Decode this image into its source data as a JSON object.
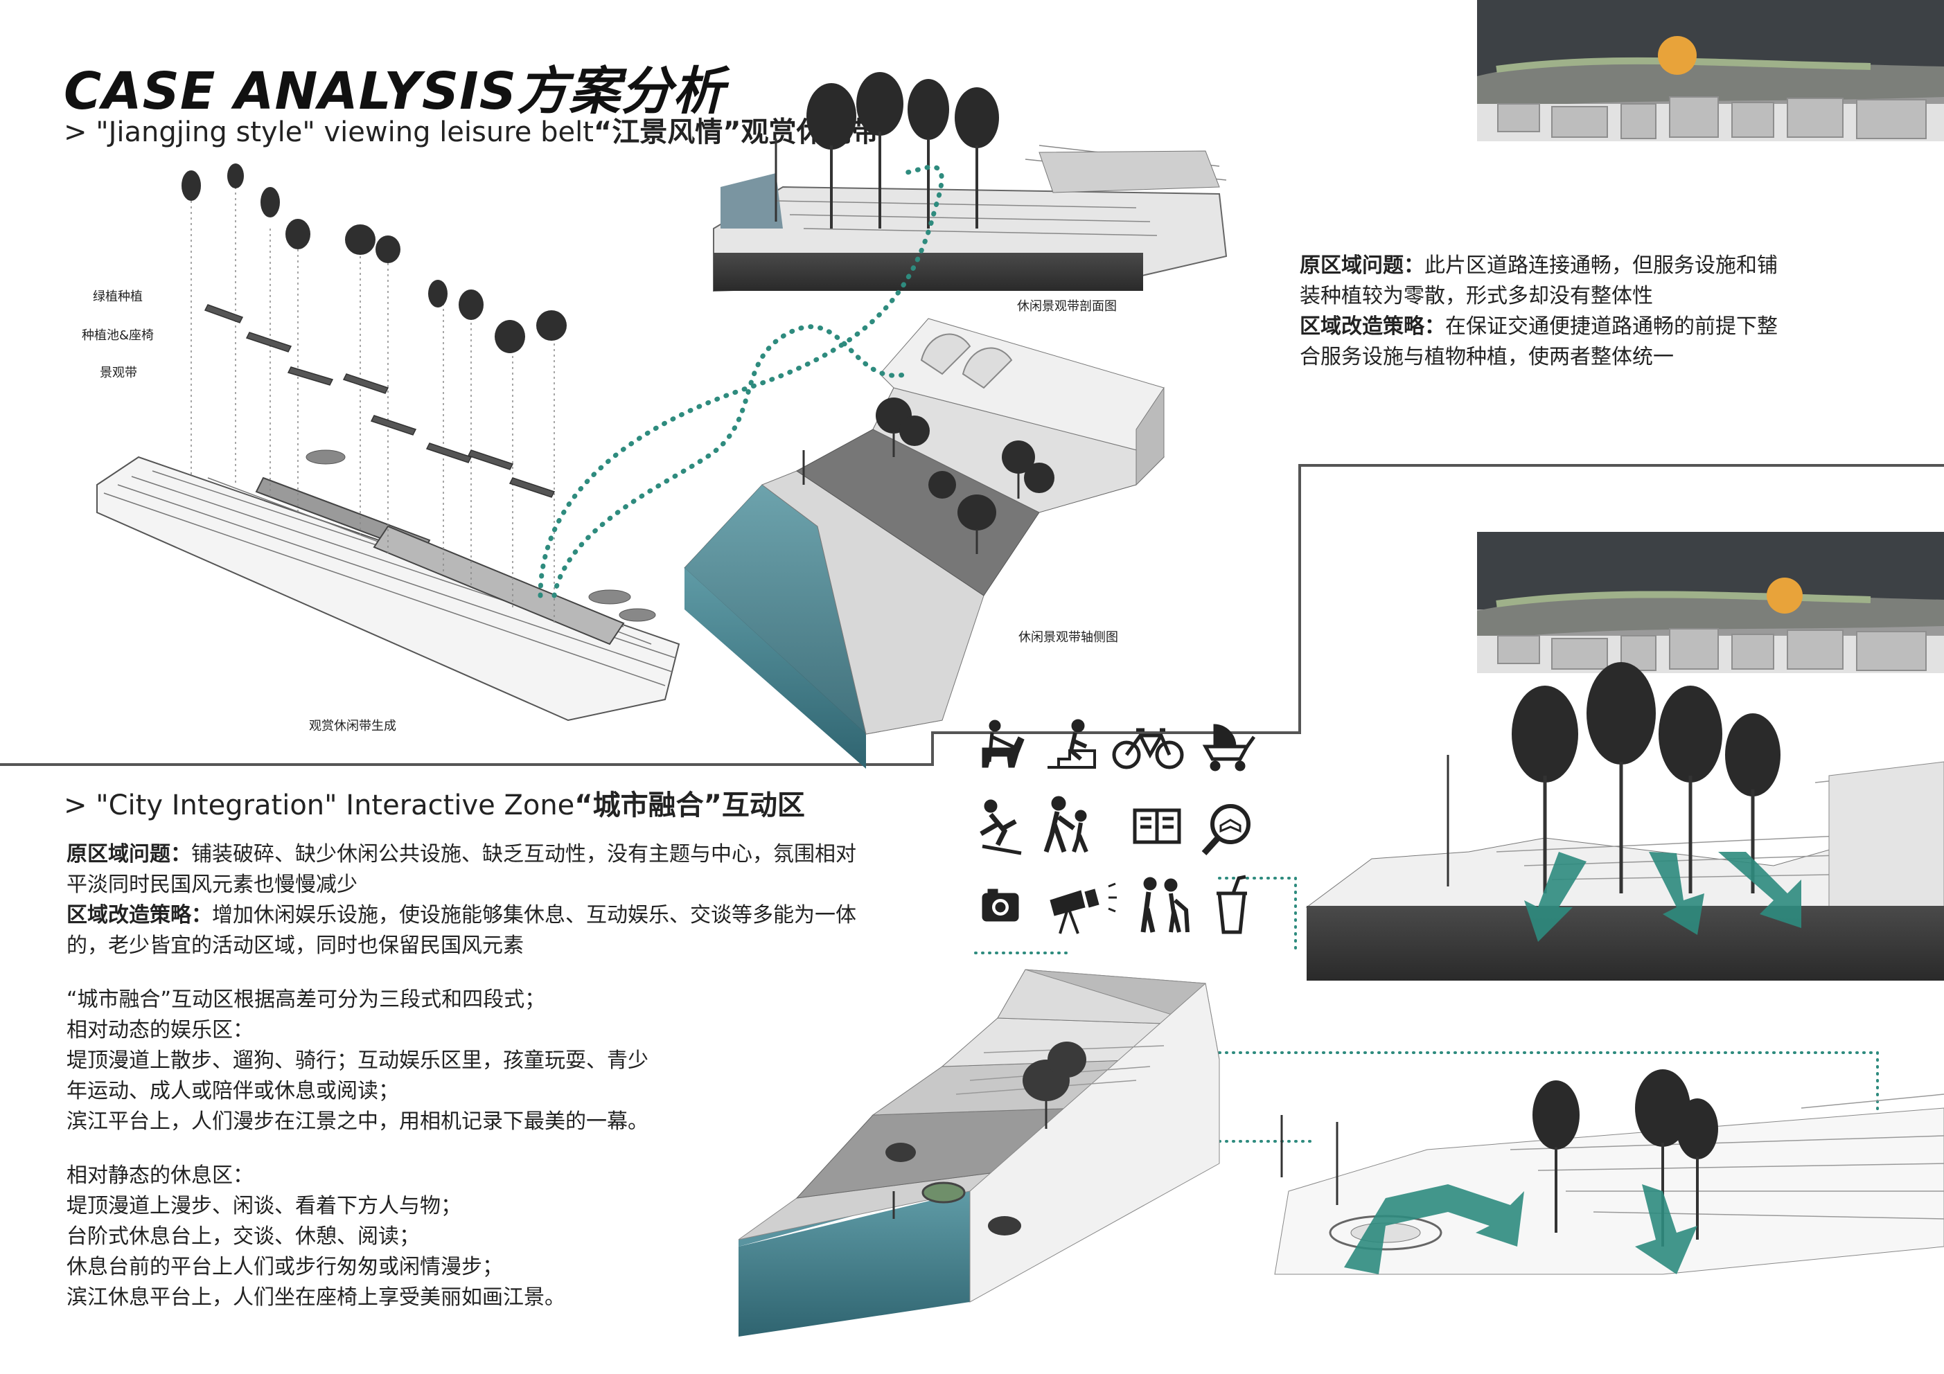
{
  "title": "CASE ANALYSIS方案分析",
  "section1": {
    "prefix": "> \"Jiangjing style\" viewing leisure belt",
    "cn": "“江景风情”观赏休闲带",
    "layer_labels": [
      "绿植种植",
      "种植池&座椅",
      "景观带"
    ],
    "captions": {
      "generation": "观赏休闲带生成",
      "section": "休闲景观带剖面图",
      "axon": "休闲景观带轴侧图"
    }
  },
  "section1_text": {
    "problem_label": "原区域问题：",
    "problem_text": "此片区道路连接通畅，但服务设施和铺",
    "problem_text2": "装种植较为零散，形式多却没有整体性",
    "strategy_label": "区域改造策略：",
    "strategy_text": "在保证交通便捷道路通畅的前提下整",
    "strategy_text2": "合服务设施与植物种植，使两者整体统一"
  },
  "section2": {
    "prefix": "> \"City Integration\" Interactive Zone",
    "cn": "“城市融合”互动区",
    "problem_label": "原区域问题：",
    "problem_text": "铺装破碎、缺少休闲公共设施、缺乏互动性，没有主题与中心，氛围相对",
    "problem_text2": "平淡同时民国风元素也慢慢减少",
    "strategy_label": "区域改造策略：",
    "strategy_text": "增加休闲娱乐设施，使设施能够集休息、互动娱乐、交谈等多能为一体",
    "strategy_text2": "的，老少皆宜的活动区域，同时也保留民国风元素",
    "dynamic_lines": [
      "“城市融合”互动区根据高差可分为三段式和四段式；",
      "相对动态的娱乐区：",
      "堤顶漫道上散步、遛狗、骑行；互动娱乐区里，孩童玩耍、青少",
      "年运动、成人或陪伴或休息或阅读；",
      "滨江平台上，人们漫步在江景之中，用相机记录下最美的一幕。"
    ],
    "static_lines": [
      "相对静态的休息区：",
      "堤顶漫道上漫步、闲谈、看着下方人与物；",
      "台阶式休息台上，交谈、休憩、阅读；",
      "休息台前的平台上人们或步行匆匆或闲情漫步；",
      "滨江休息平台上，人们坐在座椅上享受美丽如画江景。"
    ]
  },
  "icons": [
    "dog-walking-icon",
    "stairs-climbing-icon",
    "bicycle-icon",
    "baby-stroller-icon",
    "skateboarding-icon",
    "parent-child-icon",
    "book-icon",
    "reading-search-icon",
    "camera-icon",
    "telescope-icon",
    "elderly-couple-icon",
    "drink-cup-icon"
  ],
  "colors": {
    "teal": "#2e8b7e",
    "water": "#4f8d9a",
    "sun": "#e8a33a",
    "dark_ground": "#3a3a3a",
    "divider": "#555555"
  }
}
